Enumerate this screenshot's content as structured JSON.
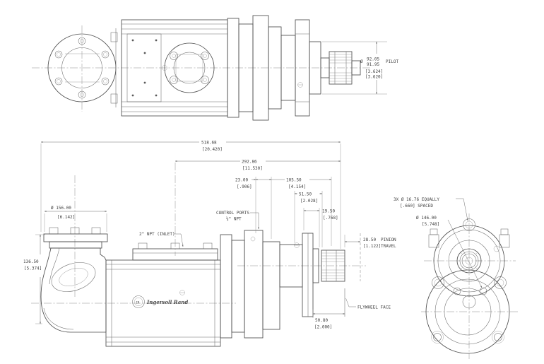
{
  "drawing": {
    "description": "Ingersoll Rand air starter assembly, three-view dimensioned outline drawing"
  },
  "logo": {
    "mark": "IR",
    "name": "Ingersoll Rand"
  },
  "dims": {
    "pilot": {
      "sym": "Ø",
      "mm_hi": "92.05",
      "mm_lo": "91.95",
      "label": "PILOT",
      "in_hi": "[3.624]",
      "in_lo": "[3.620]"
    },
    "overall": {
      "mm": "518.68",
      "in": "[20.420]"
    },
    "len292": {
      "mm": "292.86",
      "in": "[11.530]"
    },
    "d23": {
      "mm": "23.00",
      "in": "[.906]"
    },
    "d105": {
      "mm": "105.50",
      "in": "[4.154]"
    },
    "d51": {
      "mm": "51.50",
      "in": "[2.028]"
    },
    "d19": {
      "mm": "19.50",
      "in": "[.768]"
    },
    "travel": {
      "mm": "28.50",
      "in": "[1.122]",
      "label1": "PINION",
      "label2": "TRAVEL"
    },
    "flywheel": {
      "label": "FLYWHEEL FACE"
    },
    "d508": {
      "mm": "50.80",
      "in": "[2.000]"
    },
    "inlet_flange": {
      "mm": "Ø 156.00",
      "in": "[6.142]"
    },
    "height": {
      "mm": "136.50",
      "in": "[5.374]"
    },
    "holes": {
      "line1": "3X Ø 16.76 EQUALLY",
      "line2": "[.660]  SPACED"
    },
    "bc": {
      "mm": "Ø 146.00",
      "in": "[5.748]"
    }
  },
  "labels": {
    "inlet": "2\" NPT (INLET)",
    "control1": "CONTROL PORTS",
    "control2": "¼\" NPT"
  }
}
